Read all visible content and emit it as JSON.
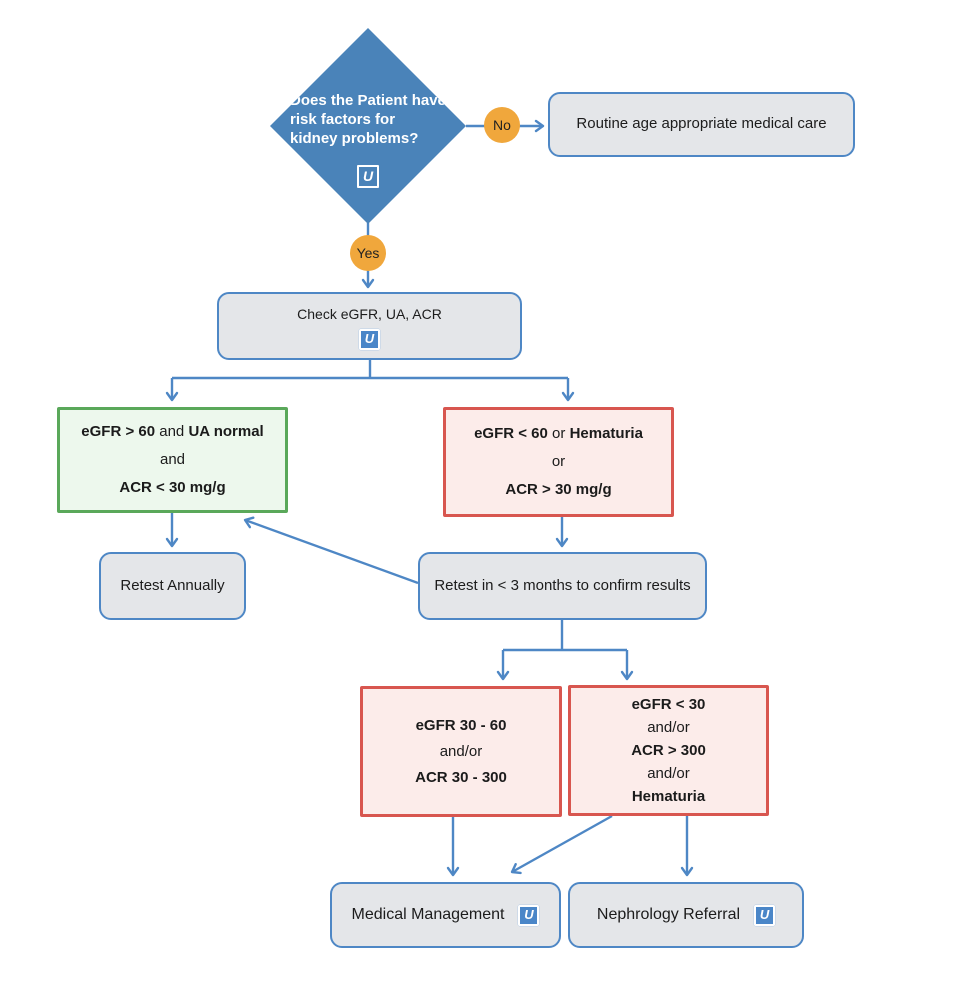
{
  "colors": {
    "diamond_blue": "#4a83b9",
    "connector_blue": "#4e87c5",
    "bubble_orange": "#f0a73c",
    "node_gray_fill": "#e4e6e9",
    "node_blue_border": "#4e87c5",
    "green_border": "#5aa85a",
    "green_fill": "#edf8ed",
    "red_border": "#d8564f",
    "red_fill": "#fcecea",
    "u_badge_blue": "#4a86c8"
  },
  "decision": {
    "question": "Does the Patient have risk factors for kidney problems?",
    "u_badge": "U"
  },
  "labels": {
    "no": "No",
    "yes": "Yes"
  },
  "nodes": {
    "routine": {
      "text": "Routine age appropriate medical care"
    },
    "check": {
      "text": "Check eGFR, UA, ACR",
      "u_badge": "U"
    },
    "normal_results": {
      "lines": [
        [
          {
            "t": "eGFR > 60",
            "b": true
          },
          {
            "t": " and ",
            "b": false
          },
          {
            "t": "UA normal",
            "b": true
          }
        ],
        [
          {
            "t": "and",
            "b": false
          }
        ],
        [
          {
            "t": "ACR < 30 mg/g",
            "b": true
          }
        ]
      ]
    },
    "abnormal_results": {
      "lines": [
        [
          {
            "t": "eGFR < 60",
            "b": true
          },
          {
            "t": " or ",
            "b": false
          },
          {
            "t": "Hematuria",
            "b": true
          }
        ],
        [
          {
            "t": "or",
            "b": false
          }
        ],
        [
          {
            "t": "ACR > 30 mg/g",
            "b": true
          }
        ]
      ]
    },
    "retest_annually": {
      "text": "Retest Annually"
    },
    "retest_confirm": {
      "text": "Retest in < 3 months to confirm results"
    },
    "moderate": {
      "lines": [
        [
          {
            "t": "eGFR 30 - 60",
            "b": true
          }
        ],
        [
          {
            "t": "and/or",
            "b": false
          }
        ],
        [
          {
            "t": "ACR 30 - 300",
            "b": true
          }
        ]
      ]
    },
    "severe": {
      "lines": [
        [
          {
            "t": "eGFR < 30",
            "b": true
          }
        ],
        [
          {
            "t": "and/or",
            "b": false
          }
        ],
        [
          {
            "t": "ACR > 300",
            "b": true
          }
        ],
        [
          {
            "t": "and/or",
            "b": false
          }
        ],
        [
          {
            "t": "Hematuria",
            "b": true
          }
        ]
      ]
    },
    "medical_management": {
      "text": "Medical Management",
      "u_badge": "U"
    },
    "nephrology_referral": {
      "text": "Nephrology Referral",
      "u_badge": "U"
    }
  }
}
